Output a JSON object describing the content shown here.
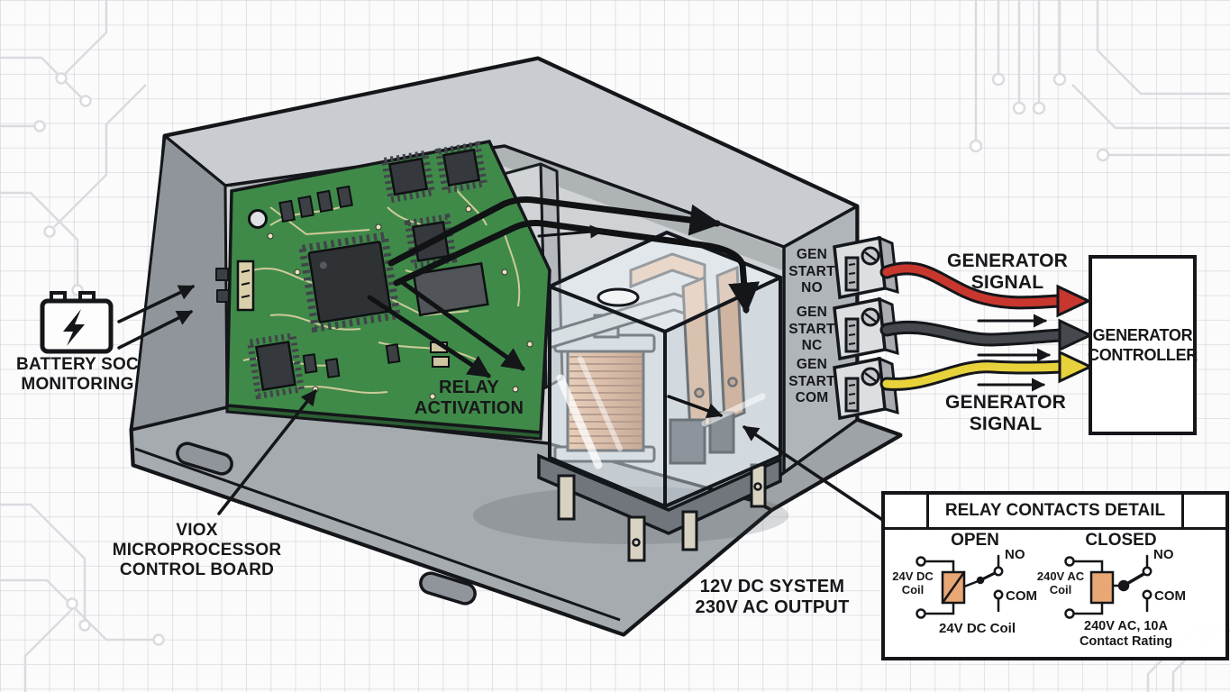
{
  "palette": {
    "ink": "#141619",
    "wire_no": "#c8372e",
    "wire_nc": "#45494e",
    "wire_com": "#e8d23c",
    "pcb_green": "#3f8a49",
    "coil_copper": "#cf8c5e",
    "contact_copper": "#dba67e",
    "detail_coil": "#e8a774",
    "enclosure_gray": "#b3b8bd"
  },
  "labels": {
    "battery": "BATTERY SOC\nMONITORING",
    "board": "VIOX\nMICROPROCESSOR\nCONTROL BOARD",
    "relay_activation": "RELAY\nACTIVATION",
    "system": "12V DC SYSTEM\n230V AC OUTPUT",
    "generator_signal_top": "GENERATOR\nSIGNAL",
    "generator_signal_bottom": "GENERATOR\nSIGNAL",
    "generator_controller": "GENERATOR\nCONTROLLER"
  },
  "terminals": [
    {
      "label": "GEN\nSTART\nNO"
    },
    {
      "label": "GEN\nSTART\nNC"
    },
    {
      "label": "GEN\nSTART\nCOM"
    }
  ],
  "inset": {
    "title": "RELAY CONTACTS DETAIL",
    "open": {
      "heading": "OPEN",
      "coil_label": "24V DC\nCoil",
      "no": "NO",
      "com": "COM",
      "caption": "24V DC Coil"
    },
    "closed": {
      "heading": "CLOSED",
      "coil_label": "240V AC\nCoil",
      "no": "NO",
      "com": "COM",
      "caption": "240V AC, 10A\nContact Rating"
    }
  }
}
